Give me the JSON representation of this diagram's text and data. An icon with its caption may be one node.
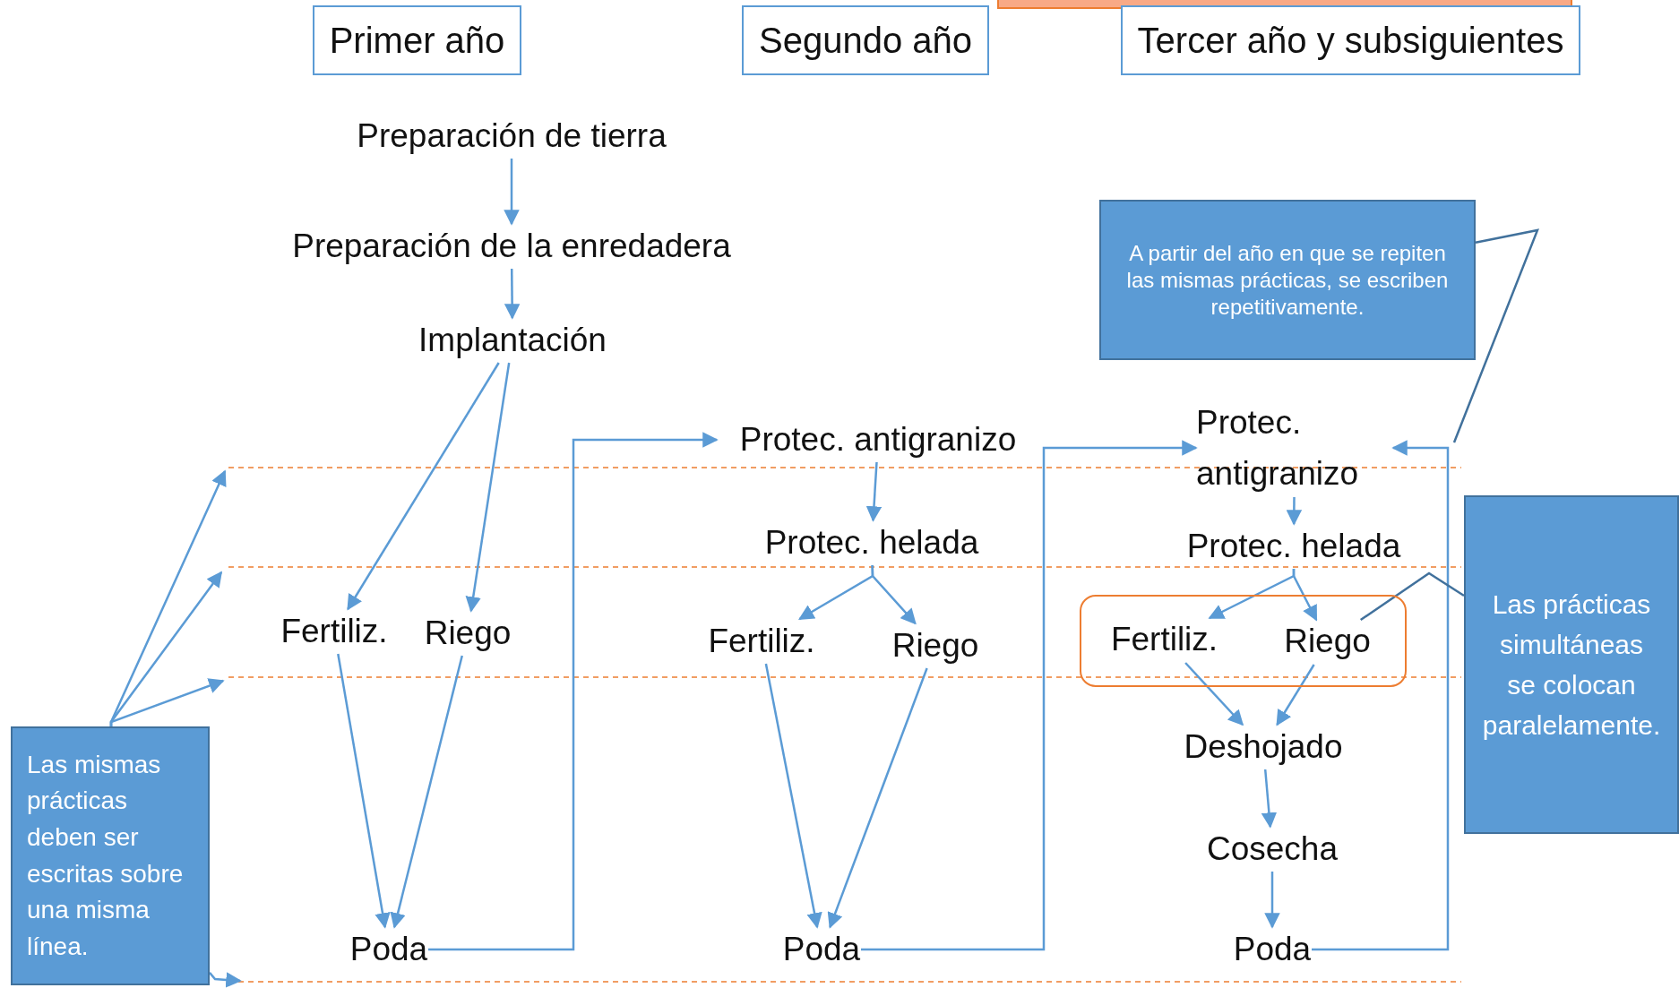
{
  "diagram": {
    "nodes": [
      {
        "text": [
          "Primer año"
        ]
      },
      {
        "text": [
          "Segundo año"
        ]
      },
      {
        "text": [
          "Tercer año y subsiguientes"
        ]
      },
      {
        "text": [
          "Preparación de tierra"
        ]
      },
      {
        "text": [
          "Preparación de la enredadera"
        ]
      },
      {
        "text": [
          "Implantación"
        ]
      },
      {
        "text": [
          "A partir del año en que se repiten las mismas prácticas, se escriben repetitivamente."
        ]
      },
      {
        "text": [
          "Protec. antigranizo"
        ]
      },
      {
        "text": [
          "Protec. antigranizo"
        ]
      },
      {
        "text": [
          "Protec. helada"
        ]
      },
      {
        "text": [
          "Protec. helada"
        ]
      },
      {
        "text": [
          "Las prácticas simultáneas se colocan paralelamente."
        ]
      },
      {
        "text": [
          "Fertiliz."
        ]
      },
      {
        "text": [
          "Riego"
        ]
      },
      {
        "text": [
          "Fertiliz."
        ]
      },
      {
        "text": [
          "Riego"
        ]
      },
      {
        "text": [],
        "shape": "box"
      },
      {
        "text": [
          "Fertiliz."
        ],
        "in": 16
      },
      {
        "text": [
          "Riego"
        ],
        "in": 16
      },
      {
        "text": [
          "Deshojado"
        ]
      },
      {
        "text": [
          "Las mismas prácticas deben ser escritas sobre una misma línea."
        ]
      },
      {
        "text": [
          "Cosecha"
        ]
      },
      {
        "text": [
          "Poda"
        ]
      },
      {
        "text": [
          "Poda"
        ]
      },
      {
        "text": [
          "Poda"
        ]
      }
    ],
    "edges": [
      {
        "from": 3,
        "to": 4,
        "arrow": "to"
      },
      {
        "from": 4,
        "to": 5,
        "arrow": "to"
      },
      {
        "from": 5,
        "to": 12,
        "arrow": "to"
      },
      {
        "from": 5,
        "to": 13,
        "arrow": "to"
      },
      {
        "from": 12,
        "to": 22,
        "arrow": "to"
      },
      {
        "from": 13,
        "to": 22,
        "arrow": "to"
      },
      {
        "from": 22,
        "to": 7,
        "arrow": "to"
      },
      {
        "from": 7,
        "to": 9,
        "arrow": "to"
      },
      {
        "from": 9,
        "to": 14,
        "arrow": "to"
      },
      {
        "from": 9,
        "to": 15,
        "arrow": "to"
      },
      {
        "from": 14,
        "to": 23,
        "arrow": "to"
      },
      {
        "from": 15,
        "to": 23,
        "arrow": "to"
      },
      {
        "from": 23,
        "to": 8,
        "arrow": "to"
      },
      {
        "from": 8,
        "to": 10,
        "arrow": "to"
      },
      {
        "from": 10,
        "to": 17,
        "arrow": "to"
      },
      {
        "from": 10,
        "to": 18,
        "arrow": "to"
      },
      {
        "from": 17,
        "to": 19,
        "arrow": "to"
      },
      {
        "from": 18,
        "to": 19,
        "arrow": "to"
      },
      {
        "from": 19,
        "to": 21,
        "arrow": "to"
      },
      {
        "from": 21,
        "to": 24,
        "arrow": "to"
      },
      {
        "from": 24,
        "to": 8,
        "arrow": "to"
      },
      {
        "from": 6,
        "to": null,
        "arrow": "none",
        "color": "#41719c"
      },
      {
        "from": 11,
        "to": 18,
        "arrow": "none",
        "color": "#41719c"
      },
      {
        "from": 20,
        "to": null,
        "arrow": "to"
      },
      {
        "from": 20,
        "to": null,
        "arrow": "to"
      },
      {
        "from": 20,
        "to": null,
        "arrow": "to"
      },
      {
        "from": 20,
        "to": null,
        "arrow": "to"
      }
    ]
  }
}
